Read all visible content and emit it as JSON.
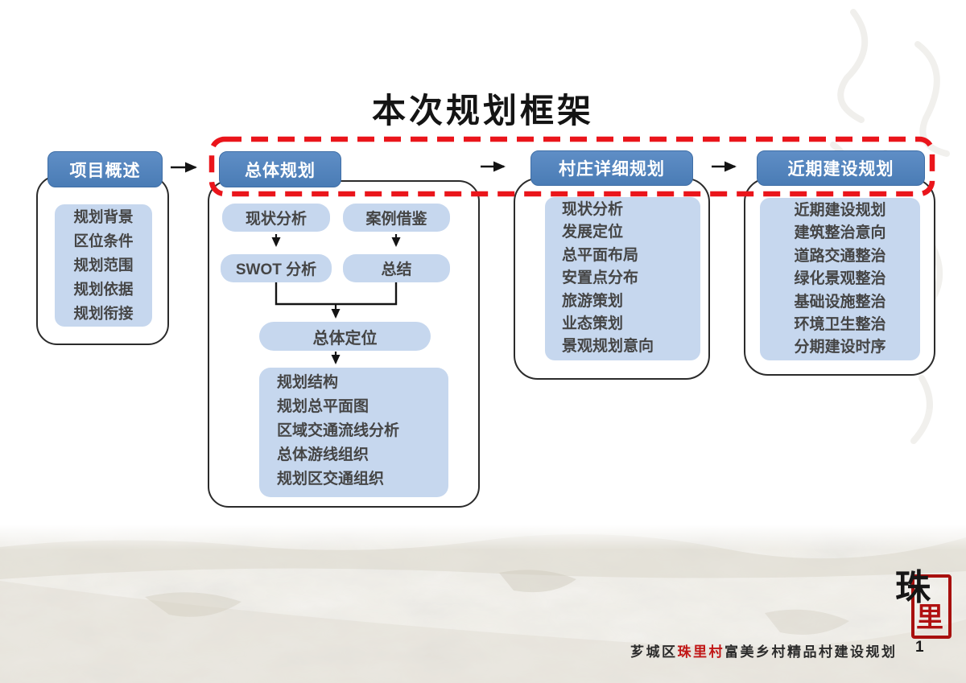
{
  "title": "本次规划框架",
  "col1": {
    "header": "项目概述",
    "items": [
      "规划背景",
      "区位条件",
      "规划范围",
      "规划依据",
      "规划衔接"
    ]
  },
  "col2": {
    "header": "总体规划",
    "box_status": "现状分析",
    "box_case": "案例借鉴",
    "box_swot": "SWOT 分析",
    "box_summary": "总结",
    "box_position": "总体定位",
    "items": [
      "规划结构",
      "规划总平面图",
      "区域交通流线分析",
      "总体游线组织",
      "规划区交通组织"
    ]
  },
  "col3": {
    "header": "村庄详细规划",
    "items": [
      "现状分析",
      "发展定位",
      "总平面布局",
      "安置点分布",
      "旅游策划",
      "业态策划",
      "景观规划意向"
    ]
  },
  "col4": {
    "header": "近期建设规划",
    "items": [
      "近期建设规划",
      "建筑整治意向",
      "道路交通整治",
      "绿化景观整治",
      "基础设施整治",
      "环境卫生整治",
      "分期建设时序"
    ]
  },
  "footer": {
    "caption_prefix": "芗城区",
    "caption_highlight": "珠里村",
    "caption_suffix": "富美乡村精品村建设规划",
    "page_number": "1",
    "seal_top": "珠",
    "seal_bottom": "里"
  },
  "colors": {
    "header_blue": "#4f81bd",
    "light_blue": "#c6d7ee",
    "dashed_red": "#ea151b",
    "seal_red": "#a8100e",
    "caption_highlight_red": "#c11616",
    "text_dark": "#454545"
  }
}
